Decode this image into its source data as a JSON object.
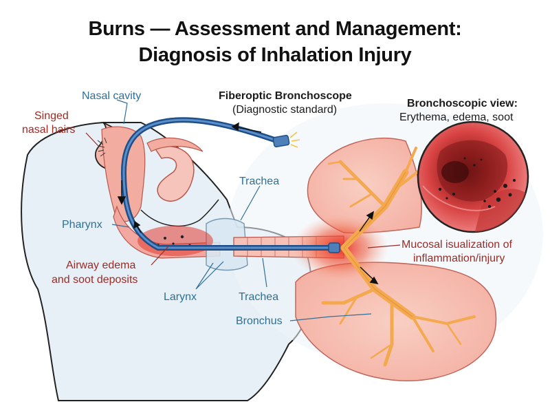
{
  "title": {
    "line1": "Burns — Assessment and Management:",
    "line2": "Diagnosis of Inhalation Injury"
  },
  "labels": {
    "nasal_cavity": "Nasal cavity",
    "singed_hairs_1": "Singed",
    "singed_hairs_2": "nasal hairs",
    "bronchoscope_title": "Fiberoptic Bronchoscope",
    "bronchoscope_sub": "(Diagnostic standard)",
    "view_title": "Bronchoscopic view:",
    "view_sub": "Erythema, edema, soot",
    "trachea_top": "Trachea",
    "pharynx": "Pharynx",
    "edema_1": "Airway edema",
    "edema_2": "and soot deposits",
    "larynx": "Larynx",
    "trachea_bottom": "Trachea",
    "bronchus": "Bronchus",
    "mucosal_1": "Mucosal isualization of",
    "mucosal_2": "inflammation/injury"
  },
  "colors": {
    "label_blue": "#2f6f96",
    "label_red": "#9c2a25",
    "scope_blue": "#2b5f98",
    "airway_pink": "#f1a9a0",
    "inflamed_red": "#e83b2c",
    "bronchial_orange": "#f4b363",
    "head_fill": "#e6f0f6"
  }
}
